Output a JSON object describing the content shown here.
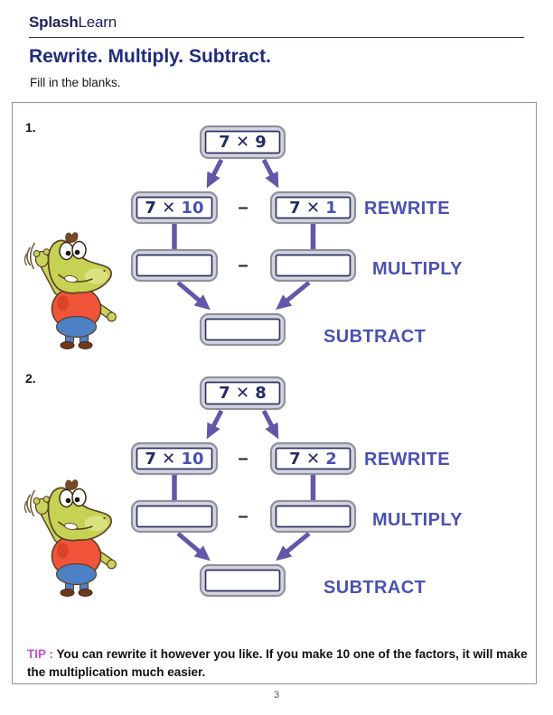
{
  "header": {
    "logo_bold": "Splash",
    "logo_light": "Learn",
    "title": "Rewrite. Multiply. Subtract.",
    "subtitle": "Fill in the blanks."
  },
  "flow_labels": {
    "rewrite": "REWRITE",
    "multiply": "MULTIPLY",
    "subtract": "SUBTRACT"
  },
  "minus_sign": "–",
  "problems": [
    {
      "number": "1.",
      "top_expression": "7 ✕ 9",
      "rewrite_left_prefix": "7 ✕ ",
      "rewrite_left_value": "10",
      "rewrite_right_prefix": "7 ✕ ",
      "rewrite_right_value": "1"
    },
    {
      "number": "2.",
      "top_expression": "7 ✕ 8",
      "rewrite_left_prefix": "7 ✕ ",
      "rewrite_left_value": "10",
      "rewrite_right_prefix": "7 ✕ ",
      "rewrite_right_value": "2"
    }
  ],
  "tip": {
    "label": "TIP :",
    "text": "You can rewrite it however you like. If you make 10 one of the factors, it will make the multiplication much easier."
  },
  "footer": {
    "page_number": "3"
  },
  "illustrations": {
    "mascot": "waving-crocodile-mascot"
  },
  "colors": {
    "title_navy": "#1f2d7c",
    "equation_navy": "#232a66",
    "indigo_accent": "#4a51b2",
    "arrow_purple": "#6456a8",
    "tip_magenta": "#c44ed4",
    "box_gray": "#d5d5dd"
  }
}
